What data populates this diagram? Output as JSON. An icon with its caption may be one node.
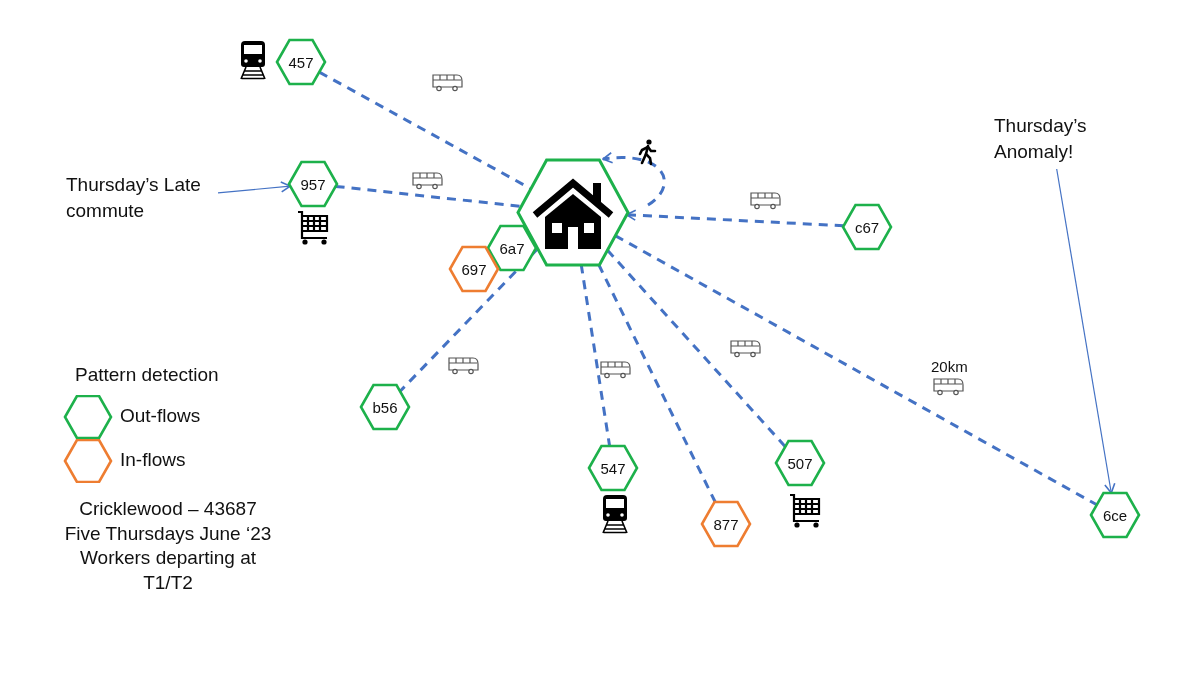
{
  "diagram": {
    "nodes": [
      {
        "text": [],
        "shape": "hexagon"
      },
      {
        "text": [
          "457"
        ]
      },
      {
        "text": [
          "957"
        ]
      },
      {
        "text": [
          "6a7"
        ]
      },
      {
        "text": [
          "697"
        ]
      },
      {
        "text": [
          "c67"
        ]
      },
      {
        "text": [
          "b56"
        ]
      },
      {
        "text": [
          "547"
        ]
      },
      {
        "text": [
          "877"
        ]
      },
      {
        "text": [
          "507"
        ]
      },
      {
        "text": [
          "6ce"
        ]
      },
      {
        "text": [
          "Thursday’s Late commute"
        ]
      },
      {
        "text": [
          "Thursday’s Anomaly!"
        ]
      }
    ],
    "edges": [
      {
        "from": 1,
        "to": 0,
        "arrow": "none",
        "style": "dashed"
      },
      {
        "from": 2,
        "to": 0,
        "arrow": "none",
        "style": "dashed"
      },
      {
        "from": 0,
        "to": 0,
        "arrow": "to",
        "style": "dashed"
      },
      {
        "from": 5,
        "to": 0,
        "arrow": "to",
        "style": "dashed"
      },
      {
        "from": 0,
        "to": 6,
        "arrow": "none",
        "style": "dashed"
      },
      {
        "from": 0,
        "to": 7,
        "arrow": "none",
        "style": "dashed"
      },
      {
        "from": 0,
        "to": 8,
        "arrow": "none",
        "style": "dashed"
      },
      {
        "from": 0,
        "to": 9,
        "arrow": "none",
        "style": "dashed"
      },
      {
        "from": 0,
        "to": 10,
        "arrow": "none",
        "style": "dashed",
        "label": "20km"
      },
      {
        "from": 11,
        "to": 2,
        "arrow": "to"
      },
      {
        "from": 12,
        "to": 10,
        "arrow": "to"
      }
    ],
    "labels": [
      "Pattern detection",
      "Cricklewood – 43687 Five Thursdays June ‘23 Workers departing at T1/T2"
    ],
    "legend": [
      {
        "text": "Out-flows"
      },
      {
        "text": "In-flows"
      }
    ]
  }
}
